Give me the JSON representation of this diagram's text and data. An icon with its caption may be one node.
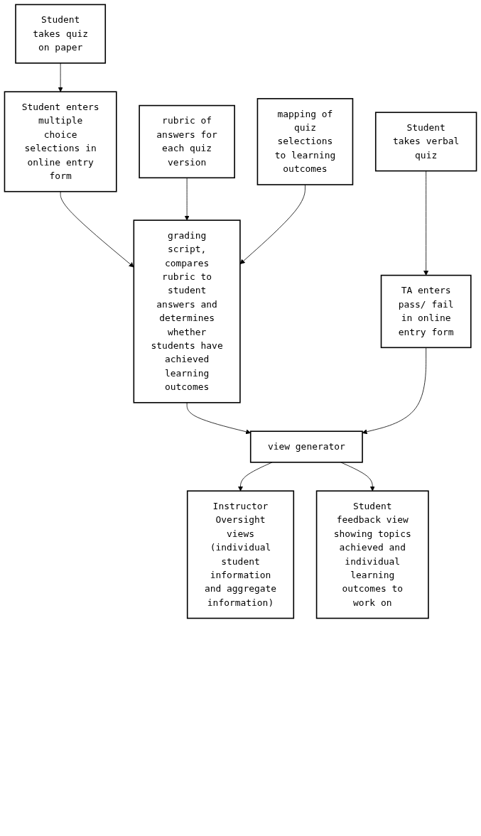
{
  "diagram": {
    "nodes": [
      {
        "text": [
          "Student takes quiz on paper"
        ]
      },
      {
        "text": [
          "Student takes verbal quiz"
        ]
      },
      {
        "text": [
          "Student enters multiple choice selections in online entry form"
        ]
      },
      {
        "text": [
          "TA enters pass/ fail in online entry form"
        ]
      },
      {
        "text": [
          "grading script, compares rubric to student answers and determines whether students have achieved learning outcomes"
        ]
      },
      {
        "text": [
          "rubric of answers for each quiz version"
        ]
      },
      {
        "text": [
          "mapping of quiz selections to learning outcomes"
        ]
      },
      {
        "text": [
          "view generator"
        ]
      },
      {
        "text": [
          "Instructor Oversight views (individual student information and aggregate information)"
        ]
      },
      {
        "text": [
          "Student feedback view showing topics achieved and individual learning outcomes to work on"
        ]
      }
    ],
    "edges": [
      {
        "from": 0,
        "to": 2,
        "arrow": "to"
      },
      {
        "from": 1,
        "to": 3,
        "arrow": "to"
      },
      {
        "from": 2,
        "to": 4,
        "arrow": "to"
      },
      {
        "from": 5,
        "to": 4,
        "arrow": "to"
      },
      {
        "from": 6,
        "to": 4,
        "arrow": "to"
      },
      {
        "from": 4,
        "to": 7,
        "arrow": "to"
      },
      {
        "from": 3,
        "to": 7,
        "arrow": "to"
      },
      {
        "from": 7,
        "to": 8,
        "arrow": "to"
      },
      {
        "from": 7,
        "to": 9,
        "arrow": "to"
      }
    ]
  }
}
